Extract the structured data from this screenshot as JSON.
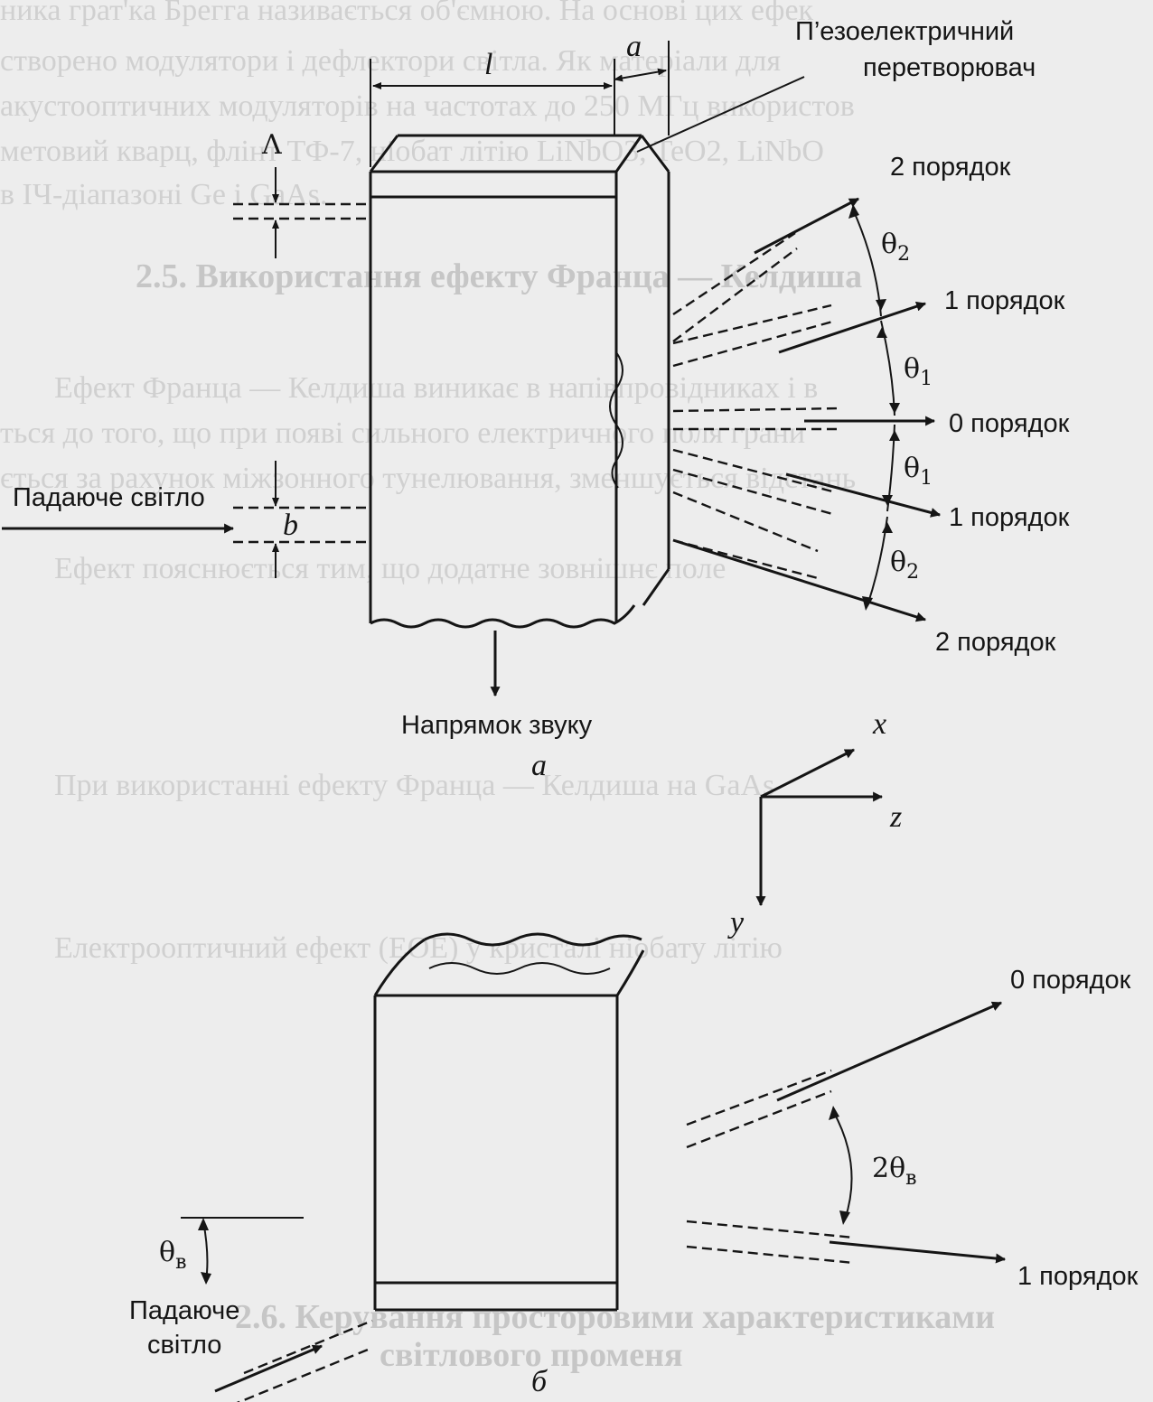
{
  "background_text": [
    "ника грат'ка Брегга називається об'ємною. На основі цих ефек",
    "створено модулятори і дефлектори світла. Як матеріали для",
    "акустооптичних модуляторів на частотах до 250 МГц використов",
    "метовий кварц, флінт ТФ-7, ніобат літію LiNbO3, TeO2, LiNbO",
    "в ІЧ-діапазоні Ge і GaAs.",
    "2.5. Використання ефекту Франца — Келдиша",
    "Ефект Франца — Келдиша виникає в напівпровідниках і в",
    "ться до того, що при появі сильного електричного поля грани",
    "ється за рахунок міжзонного тунелювання, зменшується відстань",
    "Ефект пояснюється тим, що додатне зовнішнє поле",
    "При використанні ефекту Франца — Келдиша на GaAs",
    "Електрооптичний ефект (ЕОЕ) у кристалі ніобату літію",
    "2.6. Керування просторовими характеристиками",
    "світлового променя"
  ],
  "diagram_a": {
    "label_piezo": "П’езоелектричний\nперетворювач",
    "dim_l": "l",
    "dim_a": "a",
    "dim_lambda": "Λ",
    "dim_b": "b",
    "incident_label": "Падаюче світло",
    "sound_label": "Напрямок звуку",
    "orders": {
      "plus2": "2 порядок",
      "plus1": "1 порядок",
      "zero": "0 порядок",
      "minus1": "1 порядок",
      "minus2": "2 порядок"
    },
    "angles": {
      "theta2_top": "θ2",
      "theta1_top": "θ1",
      "theta1_bottom": "θ1",
      "theta2_bottom": "θ2"
    },
    "caption": "а"
  },
  "axes": {
    "x": "x",
    "z": "z",
    "y": "y"
  },
  "diagram_b": {
    "order0": "0 порядок",
    "order1": "1 порядок",
    "bragg_angle": "2θв",
    "incident_angle": "θв",
    "incident_label": "Падаюче\nсвітло",
    "caption": "б"
  }
}
